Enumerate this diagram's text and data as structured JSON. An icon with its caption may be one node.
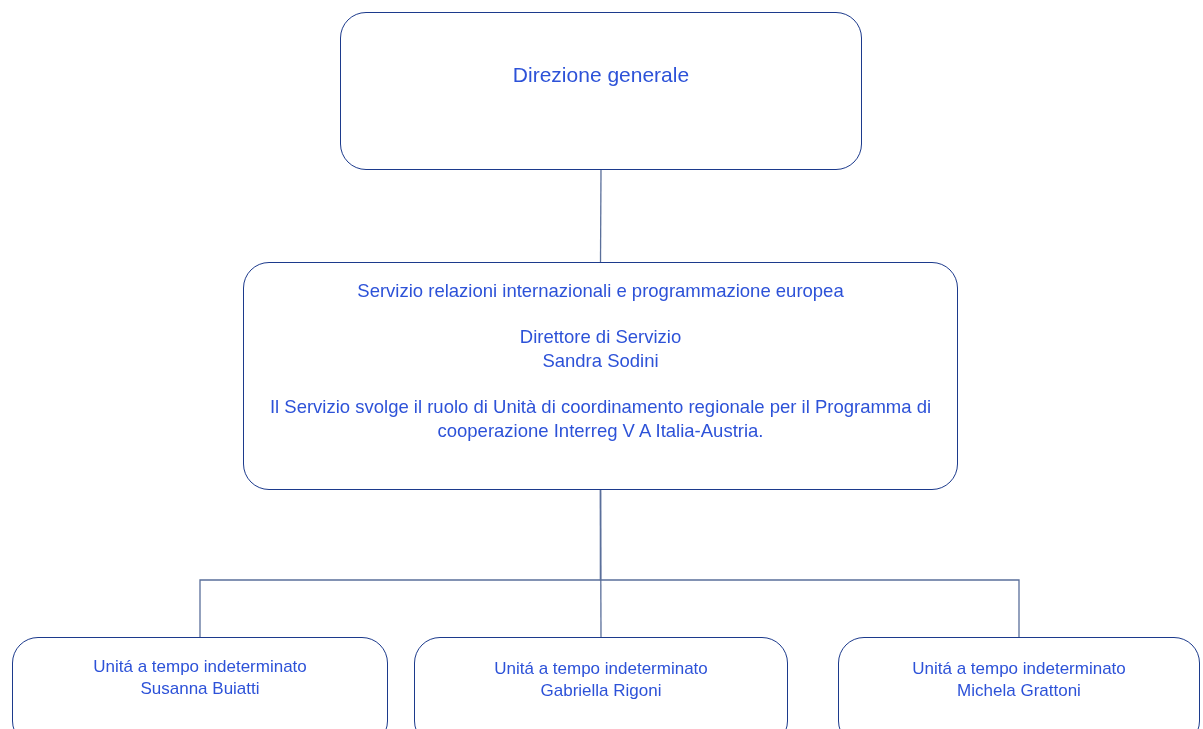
{
  "diagram": {
    "nodes": [
      {
        "text": [
          "Direzione generale"
        ]
      },
      {
        "text": [
          "Servizio relazioni internazionali e programmazione europea",
          "Direttore di Servizio",
          "Sandra Sodini",
          "Il Servizio svolge il ruolo di Unità di coordinamento regionale per il Programma di cooperazione Interreg V A Italia-Austria."
        ]
      },
      {
        "text": [
          "Unitá a tempo indeterminato",
          "Susanna Buiatti"
        ]
      },
      {
        "text": [
          "Unitá a tempo indeterminato",
          "Gabriella Rigoni"
        ]
      },
      {
        "text": [
          "Unitá a tempo indeterminato",
          "Michela Grattoni"
        ]
      }
    ],
    "edges": [
      {
        "from": 0,
        "to": 1,
        "arrow": "none"
      },
      {
        "from": 1,
        "to": 2,
        "arrow": "none"
      },
      {
        "from": 1,
        "to": 3,
        "arrow": "none"
      },
      {
        "from": 1,
        "to": 4,
        "arrow": "none"
      }
    ]
  }
}
